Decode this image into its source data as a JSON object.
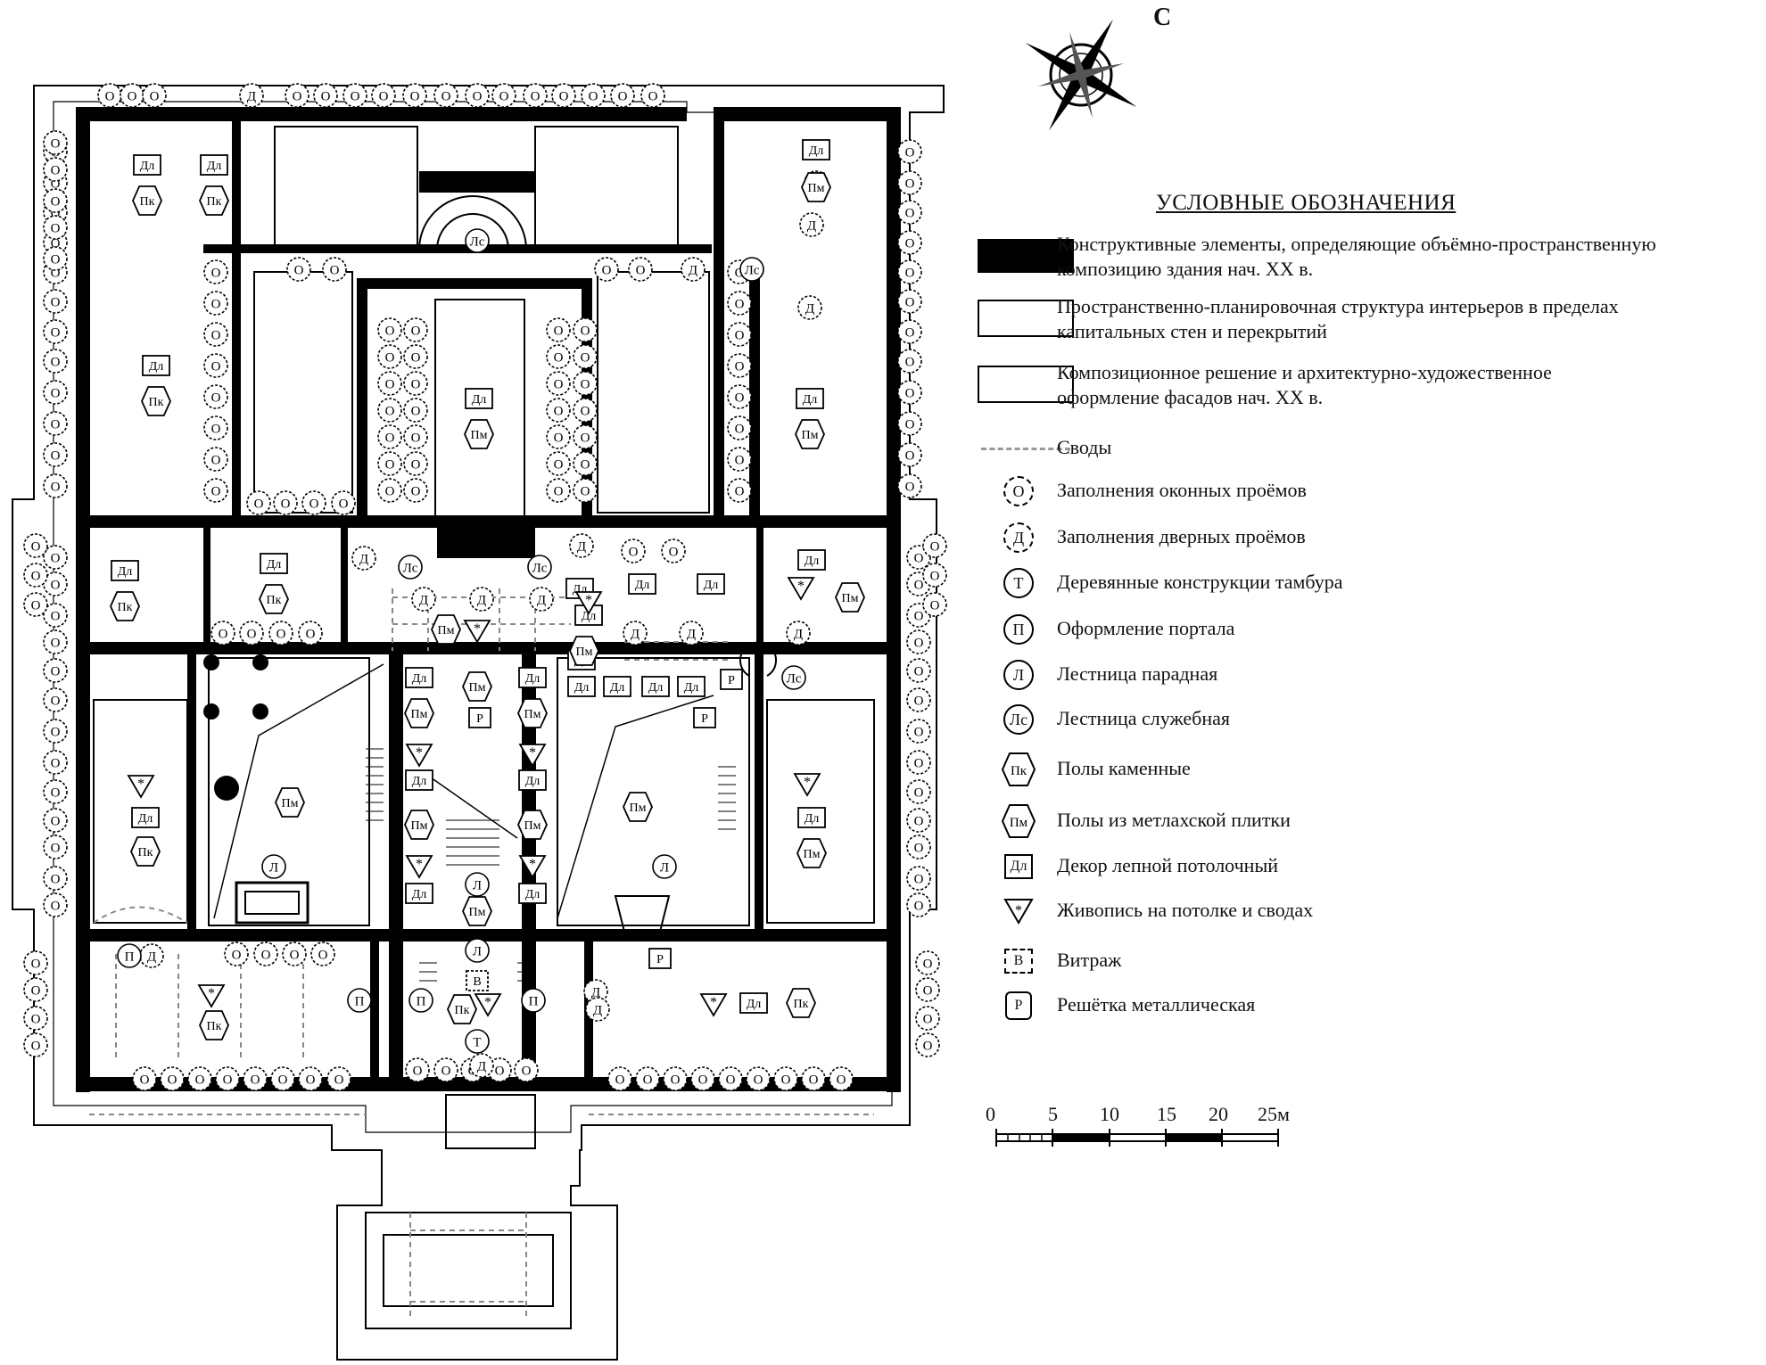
{
  "compass": {
    "north_label": "С",
    "icon": "compass-rose-icon"
  },
  "legend": {
    "title": "УСЛОВНЫЕ ОБОЗНАЧЕНИЯ",
    "items": [
      {
        "key": "structural",
        "symbol": "",
        "text": "Конструктивные элементы, определяющие объёмно-пространственную\nкомпозицию здания нач. XX в."
      },
      {
        "key": "interiors",
        "symbol": "",
        "text": "Пространственно-планировочная структура интерьеров в пределах\nкапитальных стен и перекрытий"
      },
      {
        "key": "facades",
        "symbol": "",
        "text": "Композиционное решение и архитектурно-художественное\nоформление фасадов нач. XX в."
      },
      {
        "key": "vaults",
        "symbol": "",
        "text": "Своды"
      },
      {
        "key": "windows",
        "symbol": "О",
        "text": "Заполнения оконных проёмов"
      },
      {
        "key": "doors",
        "symbol": "Д",
        "text": "Заполнения дверных проёмов"
      },
      {
        "key": "vestibule",
        "symbol": "Т",
        "text": "Деревянные конструкции тамбура"
      },
      {
        "key": "portal",
        "symbol": "П",
        "text": "Оформление портала"
      },
      {
        "key": "main_stair",
        "symbol": "Л",
        "text": "Лестница парадная"
      },
      {
        "key": "service_stair",
        "symbol": "Лс",
        "text": "Лестница служебная"
      },
      {
        "key": "stone_floors",
        "symbol": "Пк",
        "text": "Полы каменные"
      },
      {
        "key": "tile_floors",
        "symbol": "Пм",
        "text": "Полы из метлахской плитки"
      },
      {
        "key": "stucco",
        "symbol": "Дл",
        "text": "Декор лепной потолочный"
      },
      {
        "key": "painting",
        "symbol": "*",
        "text": "Живопись на потолке и сводах"
      },
      {
        "key": "stained_glass",
        "symbol": "В",
        "text": "Витраж"
      },
      {
        "key": "grille",
        "symbol": "Р",
        "text": "Решётка металлическая"
      }
    ]
  },
  "scale": {
    "ticks": [
      "0",
      "5",
      "10",
      "15",
      "20",
      "25м"
    ]
  },
  "plan_marks": {
    "stucco": "Дл",
    "stone": "Пк",
    "tile": "Пм",
    "window": "О",
    "door": "Д",
    "service_stair": "Лс",
    "main_stair": "Л",
    "portal": "П",
    "grille": "Р",
    "vestibule": "Т",
    "stained_glass": "В"
  }
}
